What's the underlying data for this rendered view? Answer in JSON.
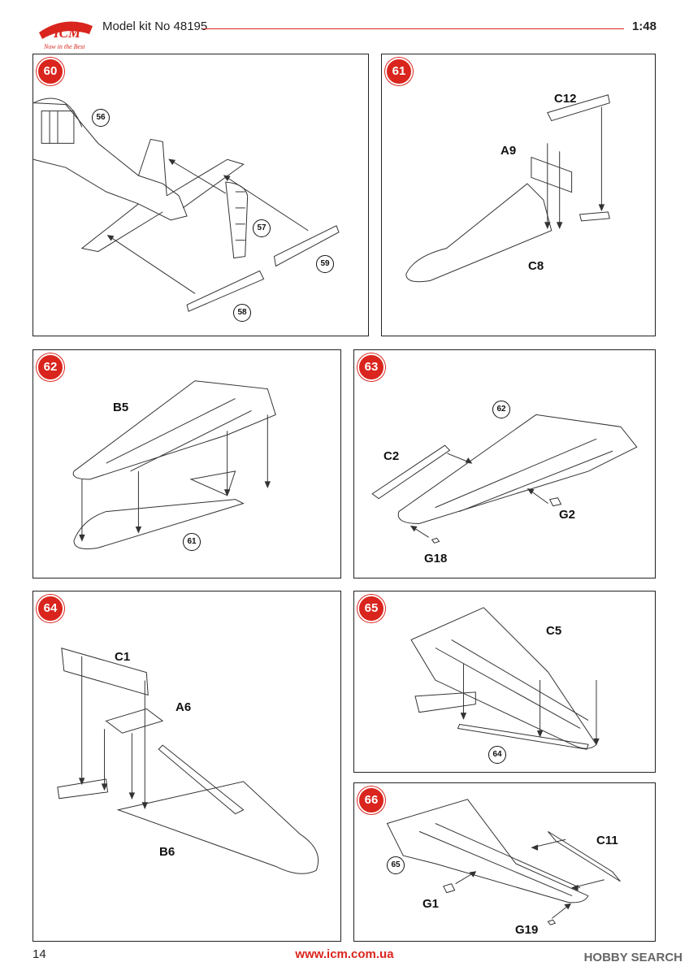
{
  "header": {
    "brand": "ICM",
    "tagline": "Now in the Best",
    "kit_title": "Model kit No 48195",
    "scale": "1:48"
  },
  "steps": [
    {
      "number": "60",
      "parts": [
        "56",
        "57",
        "58",
        "59"
      ]
    },
    {
      "number": "61",
      "parts": [
        "C12",
        "A9",
        "C8"
      ]
    },
    {
      "number": "62",
      "parts": [
        "B5",
        "61"
      ]
    },
    {
      "number": "63",
      "parts": [
        "62",
        "C2",
        "G2",
        "G18"
      ]
    },
    {
      "number": "64",
      "parts": [
        "C1",
        "A6",
        "B6"
      ]
    },
    {
      "number": "65",
      "parts": [
        "C5",
        "64"
      ]
    },
    {
      "number": "66",
      "parts": [
        "C11",
        "65",
        "G1",
        "G19"
      ]
    }
  ],
  "footer": {
    "page_number": "14",
    "website": "www.icm.com.ua",
    "watermark": "HOBBY SEARCH"
  },
  "colors": {
    "accent": "#d9251d",
    "line": "#222222"
  }
}
